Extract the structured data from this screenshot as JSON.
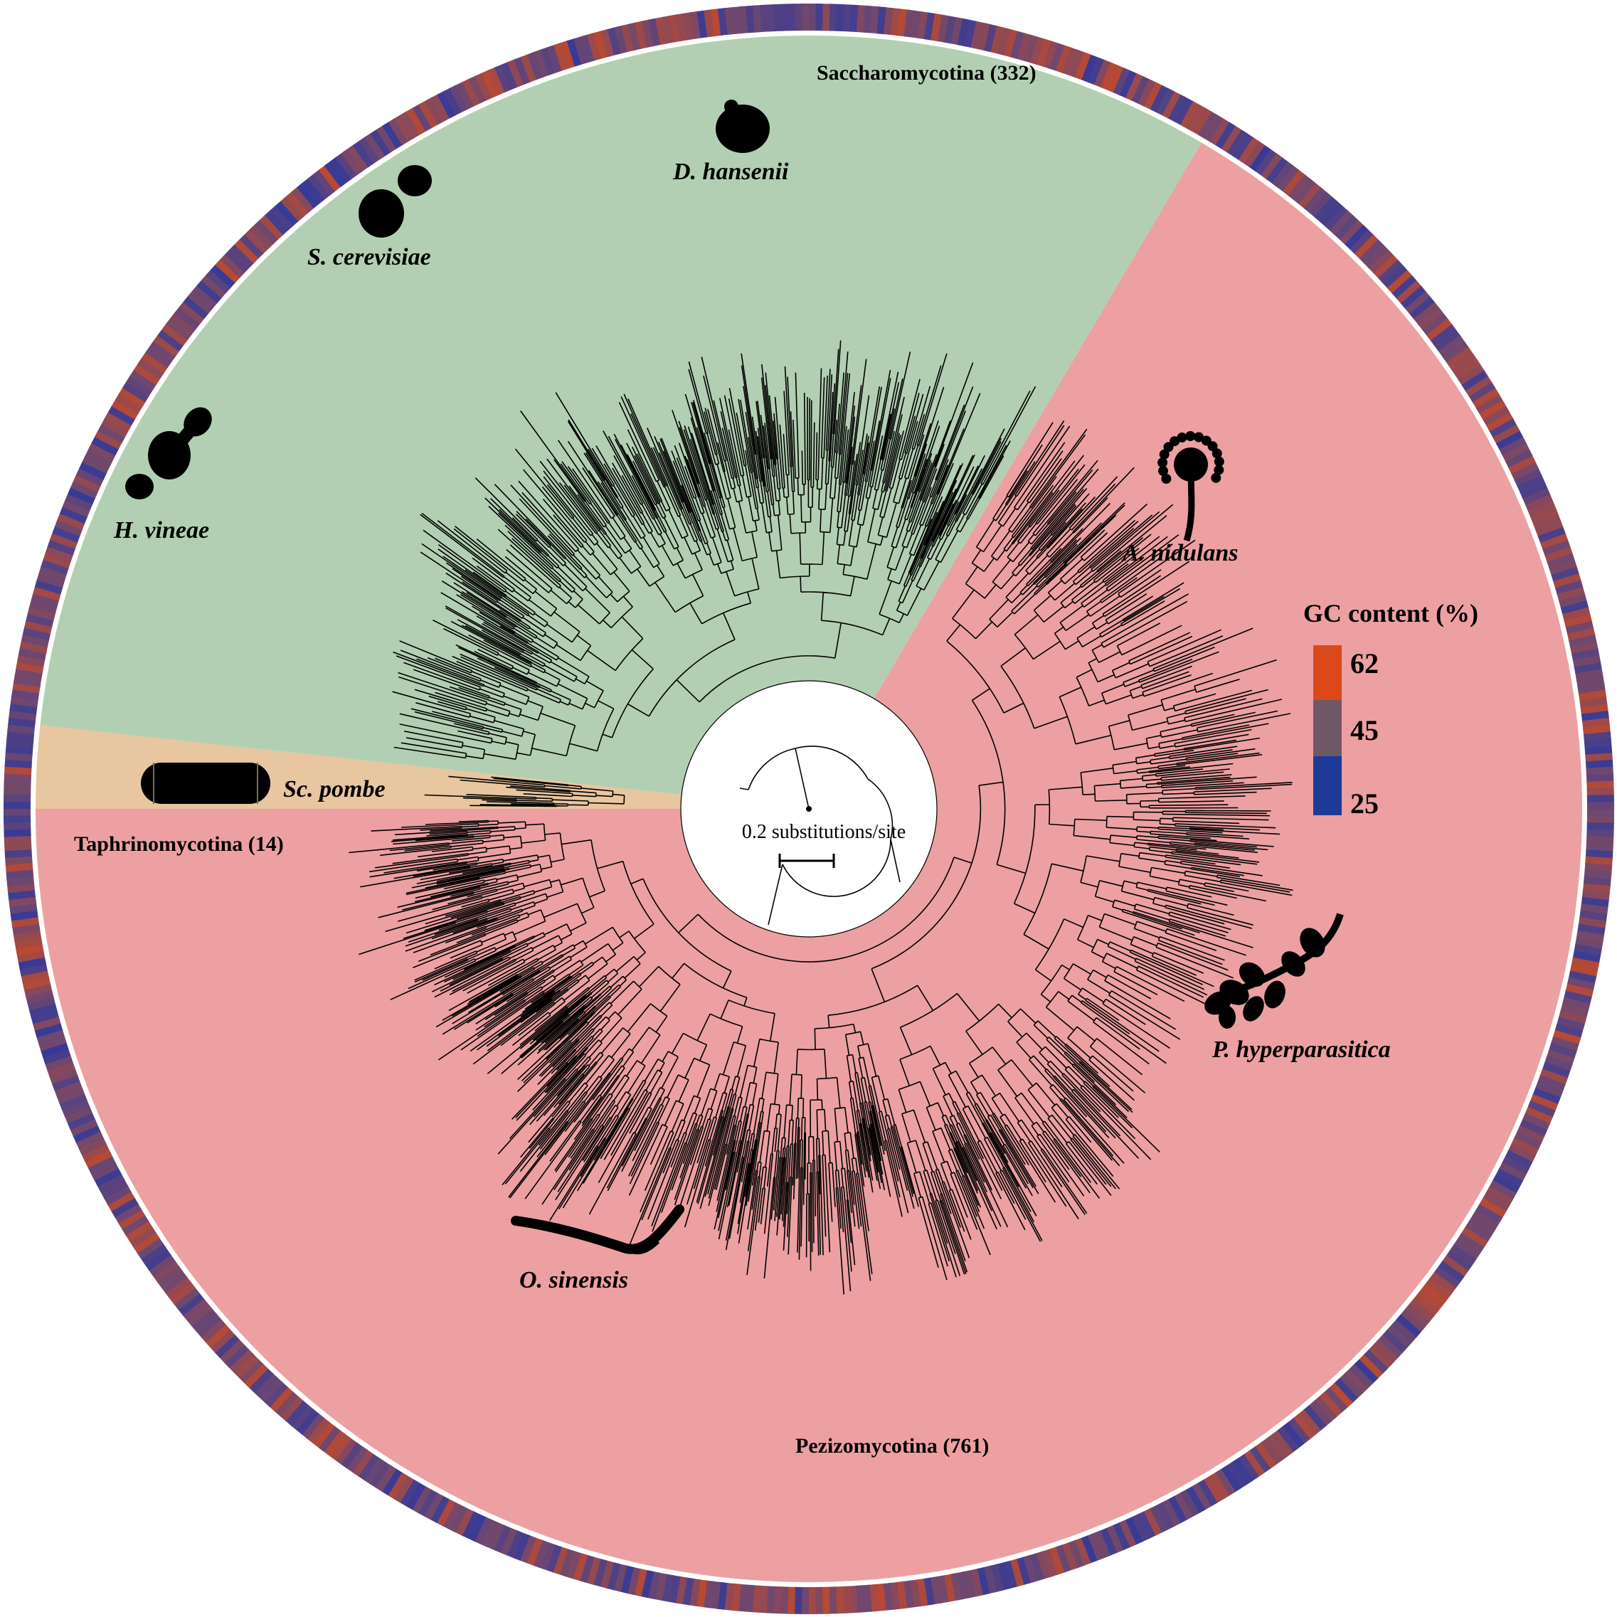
{
  "figure": {
    "scale_bar_label": "0.2 substitutions/site"
  },
  "clades": [
    {
      "key": "saccharomycotina",
      "label": "Saccharomycotina (332)",
      "color": "#b3cfb3"
    },
    {
      "key": "taphrinomycotina",
      "label": "Taphrinomycotina (14)",
      "color": "#e8c6a0"
    },
    {
      "key": "pezizomycotina",
      "label": "Pezizomycotina (761)",
      "color": "#eca0a2"
    }
  ],
  "species": [
    {
      "key": "h-vineae",
      "label": "H. vineae",
      "icon": "budding-yeast-chain-icon"
    },
    {
      "key": "s-cerevisiae",
      "label": "S. cerevisiae",
      "icon": "budding-yeast-icon"
    },
    {
      "key": "d-hansenii",
      "label": "D. hansenii",
      "icon": "round-yeast-cell-icon"
    },
    {
      "key": "a-nidulans",
      "label": "A. nidulans",
      "icon": "conidiophore-icon"
    },
    {
      "key": "p-hyperparasitica",
      "label": "P. hyperparasitica",
      "icon": "branching-hyphae-icon"
    },
    {
      "key": "o-sinensis",
      "label": "O. sinensis",
      "icon": "caterpillar-fungus-icon"
    },
    {
      "key": "sc-pombe",
      "label": "Sc. pombe",
      "icon": "fission-yeast-icon"
    }
  ],
  "legend": {
    "title": "GC content (%)",
    "ticks": [
      "62",
      "45",
      "25"
    ],
    "colors": [
      "#d94a18",
      "#6e5866",
      "#1f3a96"
    ]
  }
}
